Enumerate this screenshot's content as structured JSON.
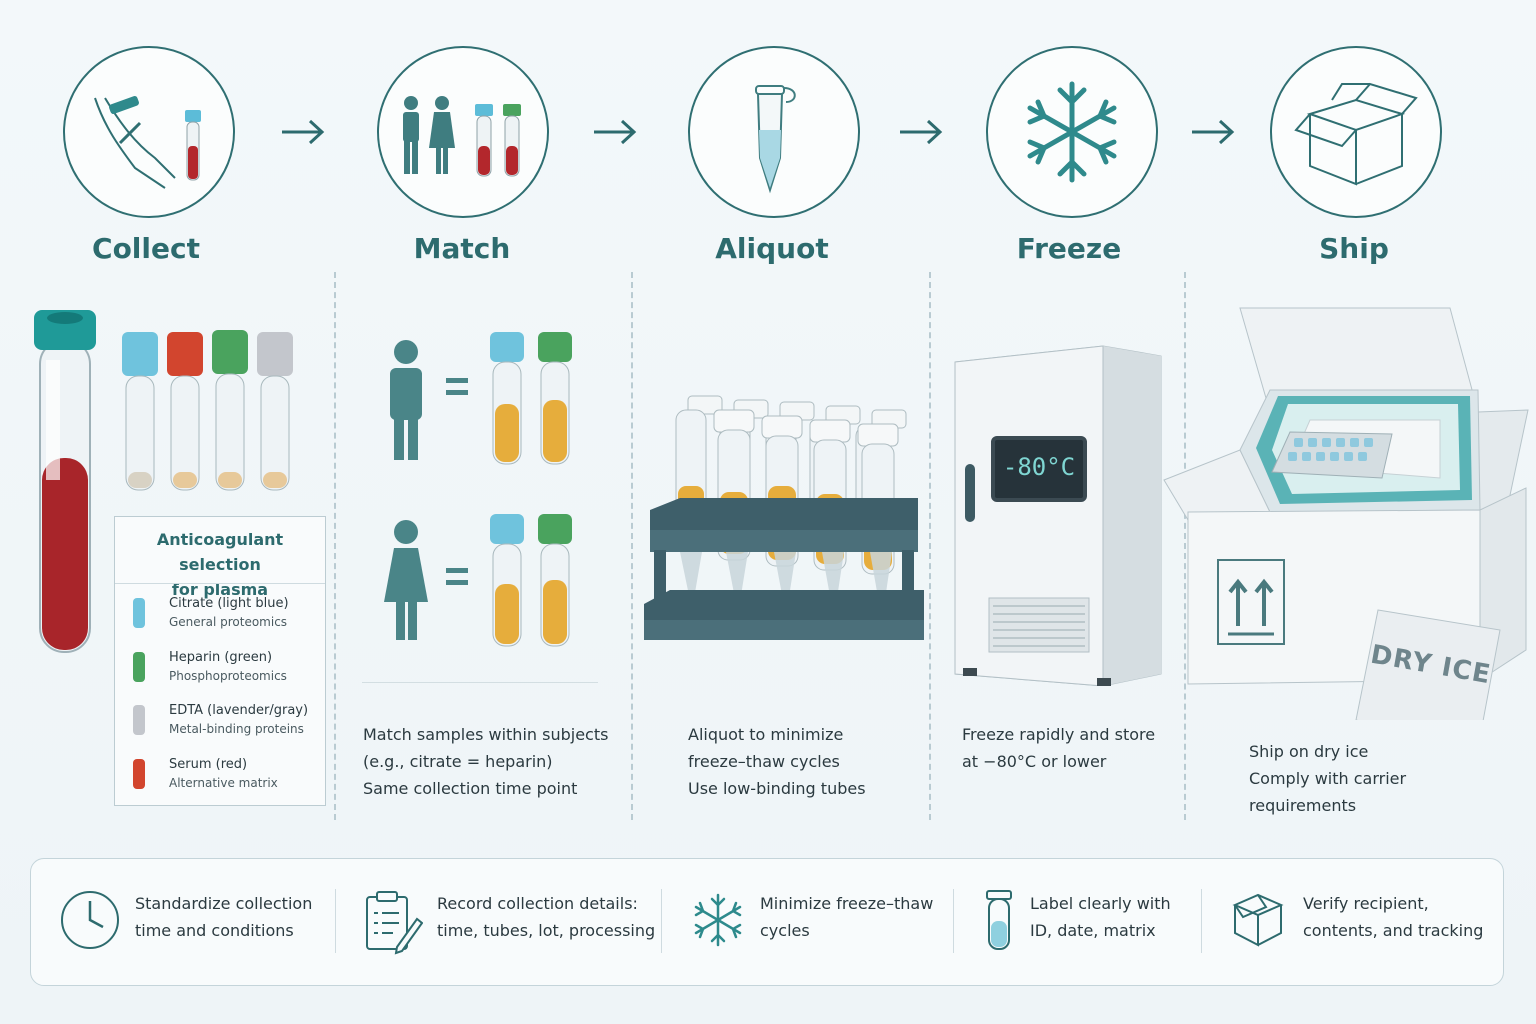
{
  "steps": [
    {
      "title": "Collect"
    },
    {
      "title": "Match"
    },
    {
      "title": "Aliquot"
    },
    {
      "title": "Freeze"
    },
    {
      "title": "Ship"
    }
  ],
  "legend": {
    "title_line1": "Anticoagulant selection",
    "title_line2": "for plasma",
    "items": [
      {
        "name": "Citrate (light blue)",
        "use": "General proteomics",
        "color": "#6fc3dd"
      },
      {
        "name": "Heparin (green)",
        "use": "Phosphoproteomics",
        "color": "#4aa35e"
      },
      {
        "name": "EDTA (lavender/gray)",
        "use": "Metal-binding proteins",
        "color": "#c3c6cc"
      },
      {
        "name": "Serum (red)",
        "use": "Alternative matrix",
        "color": "#d2452e"
      }
    ]
  },
  "match": {
    "lines": [
      "Match samples within subjects",
      "(e.g., citrate = heparin)",
      "Same collection time point"
    ]
  },
  "aliquot": {
    "lines": [
      "Aliquot to minimize",
      "freeze–thaw cycles",
      "Use low-binding tubes"
    ]
  },
  "freeze": {
    "display": "-80°C",
    "lines": [
      "Freeze rapidly and store",
      "at −80°C or lower"
    ]
  },
  "ship": {
    "label": "DRY ICE",
    "lines": [
      "Ship on dry ice",
      "Comply with carrier",
      "requirements"
    ]
  },
  "tips": [
    {
      "line1": "Standardize collection",
      "line2": "time and conditions"
    },
    {
      "line1": "Record collection details:",
      "line2": "time, tubes, lot, processing"
    },
    {
      "line1": "Minimize freeze–thaw",
      "line2": "cycles"
    },
    {
      "line1": "Label clearly with",
      "line2": "ID, date, matrix"
    },
    {
      "line1": "Verify recipient,",
      "line2": "contents, and tracking"
    }
  ],
  "colors": {
    "teal": "#2d6b6e",
    "citrate": "#6fc3dd",
    "heparin": "#4aa35e",
    "edta": "#c3c6cc",
    "serum": "#d2452e",
    "blood": "#a8252a",
    "plasma": "#e6ad3c"
  }
}
